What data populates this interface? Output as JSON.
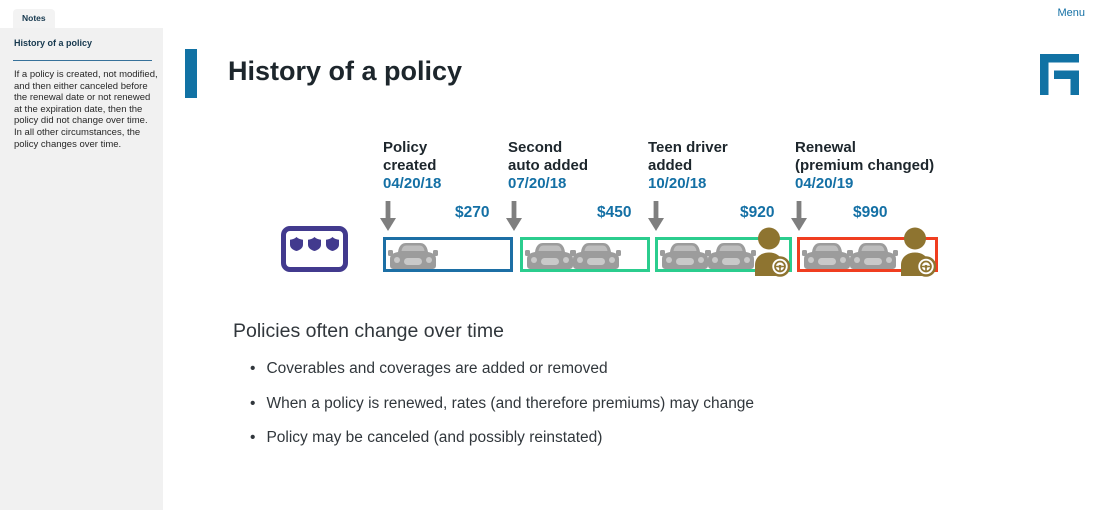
{
  "menu": {
    "label": "Menu"
  },
  "notes_panel": {
    "tab_label": "Notes",
    "heading": "History of a policy",
    "body": "If a policy is created, not modified, and then either canceled before the renewal date or not renewed at the expiration date, then the policy did not change over time. In all other circumstances, the policy changes over time."
  },
  "slide": {
    "title": "History of a policy",
    "body_heading": "Policies often change over time",
    "bullets": [
      "Coverables and coverages are added or removed",
      "When a policy is renewed, rates (and therefore premiums) may change",
      "Policy may be canceled (and possibly reinstated)"
    ],
    "timeline": {
      "events": [
        {
          "label_lines": [
            "Policy",
            "created"
          ],
          "date": "04/20/18",
          "premium": "$270",
          "cars": 1,
          "teen_driver": false,
          "box_color": "#1c6fa5"
        },
        {
          "label_lines": [
            "Second",
            "auto added"
          ],
          "date": "07/20/18",
          "premium": "$450",
          "cars": 2,
          "teen_driver": false,
          "box_color": "#2bcd8e"
        },
        {
          "label_lines": [
            "Teen driver",
            "added"
          ],
          "date": "10/20/18",
          "premium": "$920",
          "cars": 2,
          "teen_driver": true,
          "box_color": "#2bcd8e"
        },
        {
          "label_lines": [
            "Renewal",
            "(premium changed)"
          ],
          "date": "04/20/19",
          "premium": "$990",
          "cars": 2,
          "teen_driver": true,
          "box_color": "#f03e20"
        }
      ],
      "icons": {
        "policyholders": "card-with-three-shields-icon",
        "vehicle": "car-front-icon",
        "teen_driver": "person-with-steering-wheel-icon",
        "event_marker": "down-arrow-icon"
      }
    },
    "colors": {
      "accent_blue": "#1172a4",
      "date_blue": "#1470a5",
      "box_blue": "#1c6fa5",
      "box_green": "#2bcd8e",
      "box_red": "#f03e20",
      "car_gray": "#9c9c9c",
      "driver_gold": "#8e7430",
      "card_purple": "#423a8e",
      "arrow_gray": "#7f7f7f"
    }
  }
}
